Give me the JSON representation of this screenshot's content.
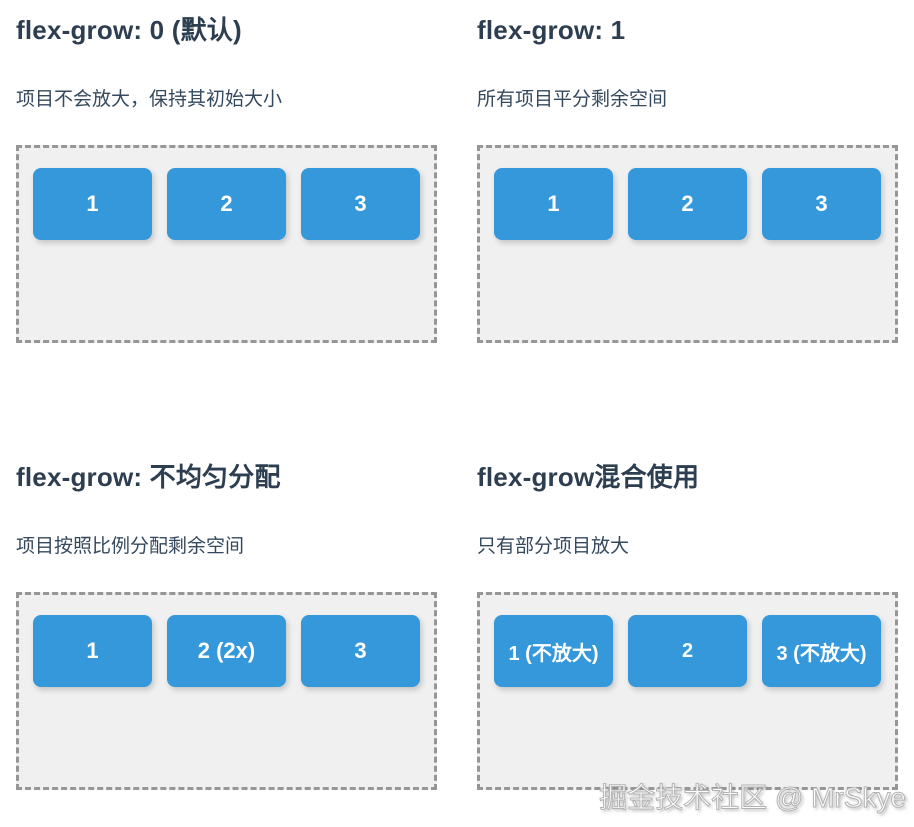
{
  "colors": {
    "title_text": "#2c3e50",
    "subtitle_text": "#34495e",
    "box_background": "#3498db",
    "box_text": "#ffffff",
    "container_background": "#f0f0f1",
    "container_border": "#969696",
    "page_background": "#ffffff"
  },
  "panels": [
    {
      "id": "flex-grow-0",
      "title": "flex-grow: 0 (默认)",
      "subtitle": "项目不会放大，保持其初始大小",
      "items": [
        {
          "label": "1"
        },
        {
          "label": "2"
        },
        {
          "label": "3"
        }
      ]
    },
    {
      "id": "flex-grow-1",
      "title": "flex-grow: 1",
      "subtitle": "所有项目平分剩余空间",
      "items": [
        {
          "label": "1"
        },
        {
          "label": "2"
        },
        {
          "label": "3"
        }
      ]
    },
    {
      "id": "flex-grow-uneven",
      "title": "flex-grow: 不均匀分配",
      "subtitle": "项目按照比例分配剩余空间",
      "items": [
        {
          "label": "1"
        },
        {
          "label": "2 (2x)"
        },
        {
          "label": "3"
        }
      ]
    },
    {
      "id": "flex-grow-mixed",
      "title": "flex-grow混合使用",
      "subtitle": "只有部分项目放大",
      "items": [
        {
          "label": "1 (不放大)"
        },
        {
          "label": "2"
        },
        {
          "label": "3 (不放大)"
        }
      ]
    }
  ],
  "watermark": {
    "text": "掘金技术社区 @ MrSkye"
  }
}
